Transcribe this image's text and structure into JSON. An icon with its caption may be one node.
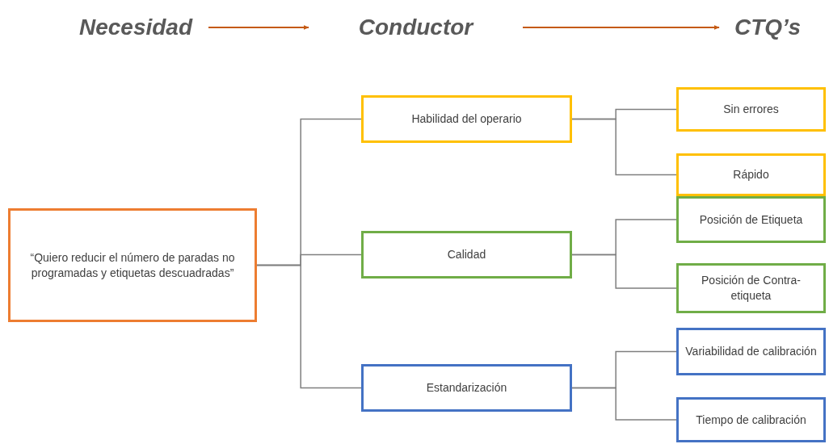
{
  "diagram": {
    "nodes": [
      {
        "text": [
          "Necesidad"
        ]
      },
      {
        "text": [
          "Conductor"
        ]
      },
      {
        "text": [
          "CTQ’s"
        ]
      },
      {
        "text": [
          "“Quiero reducir el número de paradas no programadas y etiquetas descuadradas”"
        ]
      },
      {
        "text": [
          "Habilidad del operario"
        ]
      },
      {
        "text": [
          "Calidad"
        ]
      },
      {
        "text": [
          "Estandarización"
        ]
      },
      {
        "text": [
          "Sin errores"
        ]
      },
      {
        "text": [
          "Rápido"
        ]
      },
      {
        "text": [
          "Posición de Etiqueta"
        ]
      },
      {
        "text": [
          "Posición de Contra-etiqueta"
        ]
      },
      {
        "text": [
          "Variabilidad de calibración"
        ]
      },
      {
        "text": [
          "Tiempo de calibración"
        ]
      }
    ],
    "edges": [
      {
        "from": 0,
        "to": 1,
        "arrow": "to",
        "color": "#c55a11"
      },
      {
        "from": 1,
        "to": 2,
        "arrow": "to",
        "color": "#c55a11"
      },
      {
        "from": 3,
        "to": 4,
        "arrow": "none"
      },
      {
        "from": 3,
        "to": 5,
        "arrow": "none"
      },
      {
        "from": 3,
        "to": 6,
        "arrow": "none"
      },
      {
        "from": 4,
        "to": 7,
        "arrow": "none"
      },
      {
        "from": 4,
        "to": 8,
        "arrow": "none"
      },
      {
        "from": 5,
        "to": 9,
        "arrow": "none"
      },
      {
        "from": 5,
        "to": 10,
        "arrow": "none"
      },
      {
        "from": 6,
        "to": 11,
        "arrow": "none"
      },
      {
        "from": 6,
        "to": 12,
        "arrow": "none"
      }
    ]
  }
}
